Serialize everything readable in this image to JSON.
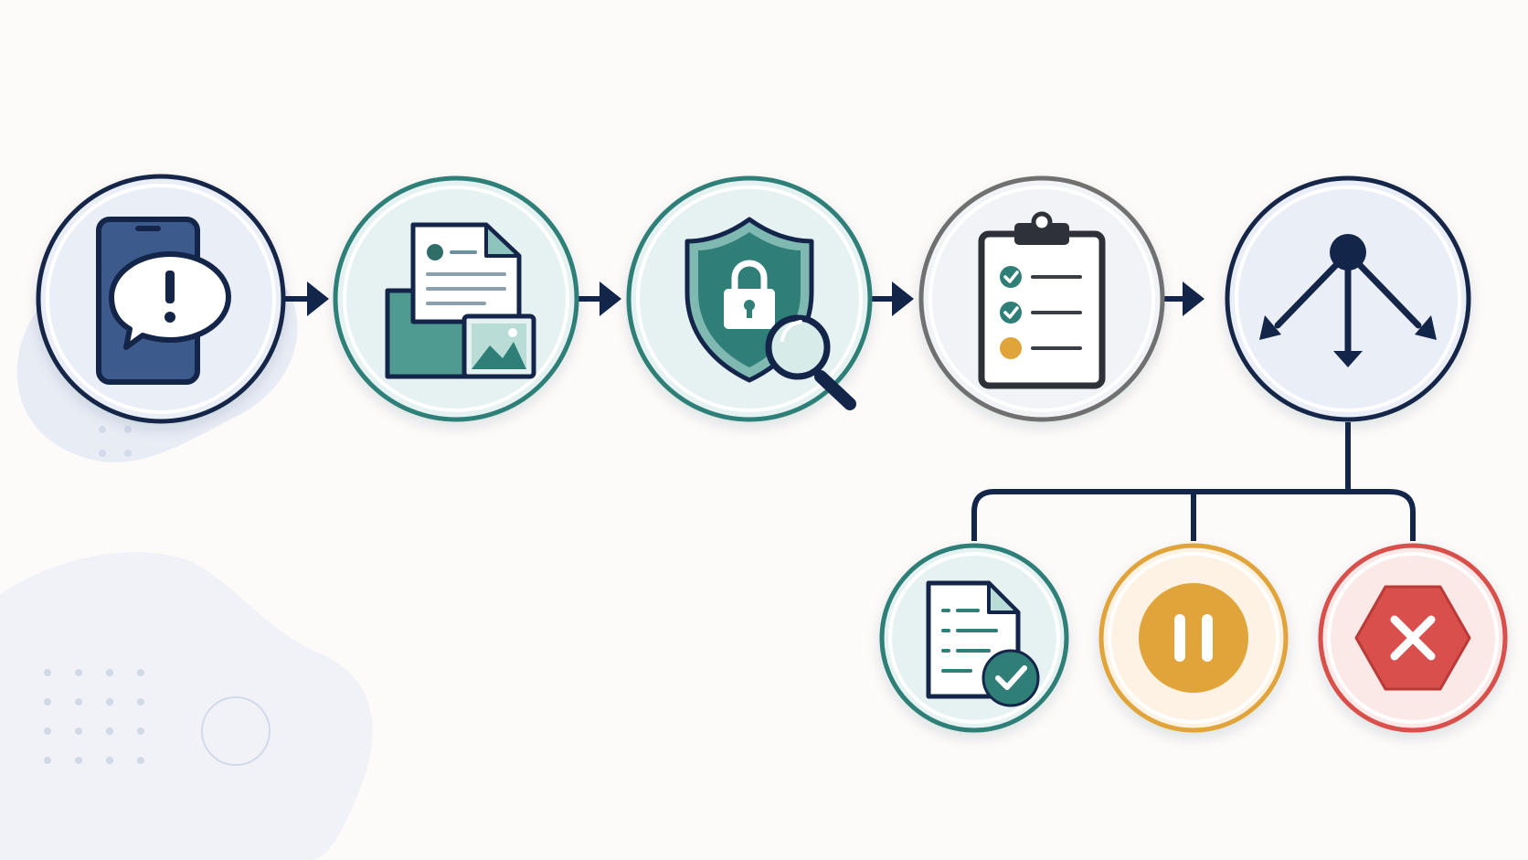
{
  "diagram": {
    "type": "process-flow",
    "steps": [
      {
        "id": "report",
        "icon": "phone-alert-icon"
      },
      {
        "id": "collect",
        "icon": "folder-documents-icon"
      },
      {
        "id": "inspect",
        "icon": "shield-lock-search-icon"
      },
      {
        "id": "review",
        "icon": "clipboard-checklist-icon"
      },
      {
        "id": "decide",
        "icon": "branching-arrows-icon"
      }
    ],
    "outcomes": [
      {
        "id": "approved",
        "icon": "document-check-icon"
      },
      {
        "id": "paused",
        "icon": "pause-icon"
      },
      {
        "id": "rejected",
        "icon": "octagon-x-icon"
      }
    ]
  },
  "colors": {
    "background": "#fcfbf9",
    "navy": "#14254a",
    "teal": "#2f7f78",
    "gray": "#6f6f6f",
    "amber": "#e0a43a",
    "red": "#d94f4b",
    "decor": "#e9edf5"
  }
}
